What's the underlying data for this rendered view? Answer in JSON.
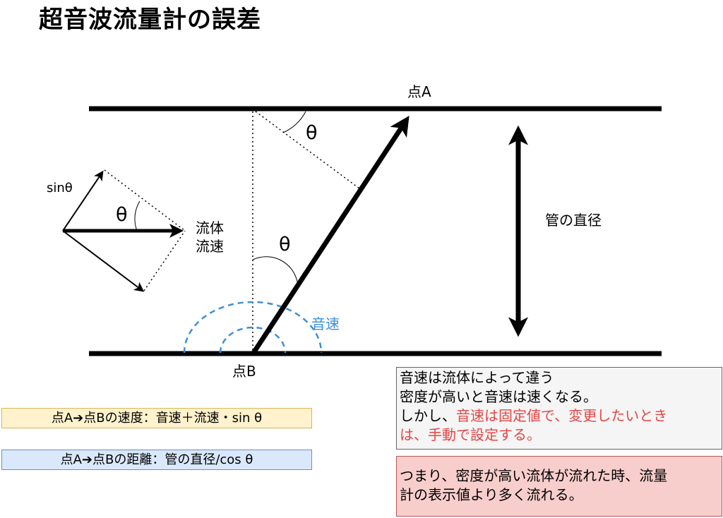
{
  "title": "超音波流量計の誤差",
  "labels": {
    "point_a": "点A",
    "point_b": "点B",
    "theta": "θ",
    "pipe_diameter": "管の直径",
    "sin_theta": "sinθ",
    "fluid_velocity_line1": "流体",
    "fluid_velocity_line2": "流速",
    "sound_speed": "音速"
  },
  "formulas": {
    "velocity": "点A➔点Bの速度：音速＋流速・sin θ",
    "distance": "点A➔点Bの距離：管の直径/cos θ"
  },
  "notes": {
    "note1_line1": "音速は流体によって違う",
    "note1_line2": "密度が高いと音速は速くなる。",
    "note1_line3_prefix": "しかし、",
    "note1_line3_red": "音速は固定値で、変更したいとき",
    "note1_line4_red": "は、手動で設定する。",
    "note2_line1": "つまり、密度が高い流体が流れた時、流量",
    "note2_line2": "計の表示値より多く流れる。"
  },
  "colors": {
    "stroke": "#000000",
    "sound_wave": "#3d8fd6",
    "highlight_text": "#e64545",
    "velocity_box": "#fff2cc",
    "distance_box": "#dae8fc",
    "note1_box": "#f5f5f5",
    "note2_box": "#f8cecc"
  }
}
